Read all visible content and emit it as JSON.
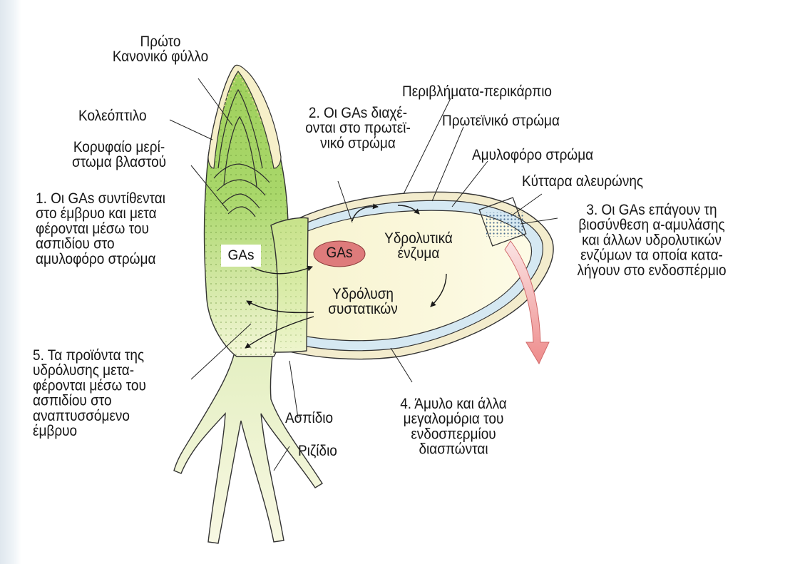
{
  "colors": {
    "plant_green": "#a8d66a",
    "plant_pale": "#e6f2c6",
    "coleoptile_cream": "#f6efc9",
    "seed_coat": "#f3eccd",
    "aleurone_blue": "#d5e8f2",
    "endosperm": "#fbf8dd",
    "ga_badge": "#de7b7b",
    "arrow_pink": "#f0a0a0"
  },
  "labels": {
    "first_leaf": [
      "Πρώτο",
      "Κανονικό φύλλο"
    ],
    "coleoptile": [
      "Κολεόπτιλο"
    ],
    "apical_meristem": [
      "Κορυφαίο μερί-",
      "στωμα βλαστού"
    ],
    "step1": [
      "1. Οι GAs συντίθενται",
      "στο έμβρυο και μετα",
      "φέρονται μέσω του",
      "ασπιδίου στο",
      "αμυλοφόρο στρώμα"
    ],
    "step2": [
      "2. Οι GAs διαχέ-",
      "ονται στο πρωτεϊ-",
      "νικό στρώμα"
    ],
    "seed_coat": [
      "Περιβλήματα-περικάρπιο"
    ],
    "protein_layer": [
      "Πρωτεϊνικό στρώμα"
    ],
    "starch_layer": [
      "Αμυλοφόρο στρώμα"
    ],
    "aleurone_cells": [
      "Κύτταρα αλευρώνης"
    ],
    "step3": [
      "3. Οι GAs επάγουν τη",
      "βιοσύνθεση α-αμυλάσης",
      "και άλλων υδρολυτικών",
      "ενζύμων τα οποία κατα-",
      "λήγουν στο ενδοσπέρμιο"
    ],
    "hydrolytic_enzymes": [
      "Υδρολυτικά",
      "ένζυμα"
    ],
    "hydrolysis": [
      "Υδρόλυση",
      "συστατικών"
    ],
    "step5": [
      "5. Τα προϊόντα της",
      "υδρόλυσης μετα-",
      "φέρονται μέσω του",
      "ασπιδίου στο",
      "αναπτυσσόμενο",
      "έμβρυο"
    ],
    "scutellum": [
      "Ασπίδιο"
    ],
    "step4": [
      "4. Άμυλο και άλλα",
      "μεγαλομόρια του",
      "ενδοσπερμίου",
      "διασπώνται"
    ],
    "radicle": [
      "Ριζίδιο"
    ],
    "ga_embryo": "GAs",
    "ga_aleurone": "GAs"
  }
}
